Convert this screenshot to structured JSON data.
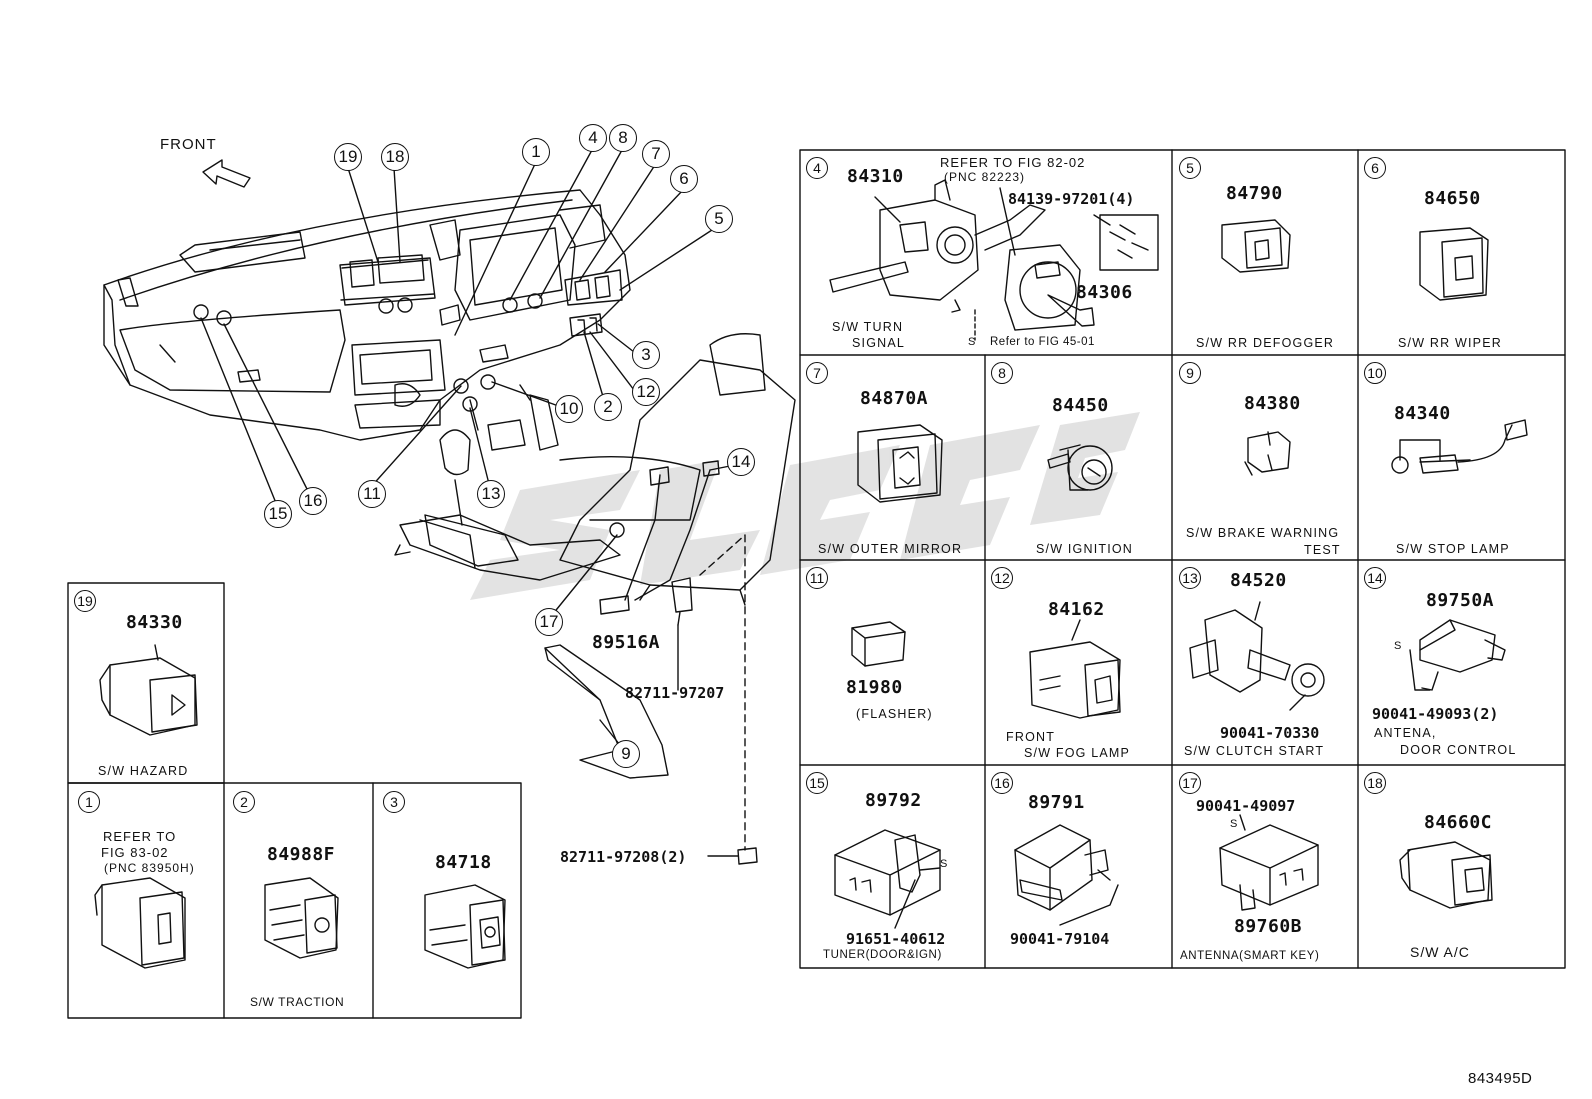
{
  "overview": {
    "front_label": "FRONT",
    "callouts": [
      "19",
      "18",
      "1",
      "4",
      "8",
      "7",
      "6",
      "5",
      "3",
      "12",
      "2",
      "10",
      "11",
      "13",
      "15",
      "16",
      "14",
      "17",
      "9"
    ],
    "part_89516A": "89516A",
    "part_82711_97207": "82711-97207",
    "part_82711_97208": "82711-97208(2)"
  },
  "panels": {
    "p4": {
      "index": "4",
      "part": "84310",
      "ref_top": "REFER TO FIG 82-02",
      "ref_pnc": "(PNC 82223)",
      "screw": "84139-97201(4)",
      "part2": "84306",
      "cap1": "S/W TURN",
      "cap2": "SIGNAL",
      "ref_bottom": "Refer to FIG 45-01"
    },
    "p5": {
      "index": "5",
      "part": "84790",
      "caption": "S/W RR DEFOGGER"
    },
    "p6": {
      "index": "6",
      "part": "84650",
      "caption": "S/W RR WIPER"
    },
    "p7": {
      "index": "7",
      "part": "84870A",
      "caption": "S/W OUTER MIRROR"
    },
    "p8": {
      "index": "8",
      "part": "84450",
      "caption": "S/W IGNITION"
    },
    "p9": {
      "index": "9",
      "part": "84380",
      "cap1": "S/W BRAKE WARNING",
      "cap2": "TEST"
    },
    "p10": {
      "index": "10",
      "part": "84340",
      "caption": "S/W STOP LAMP"
    },
    "p11": {
      "index": "11",
      "part": "81980",
      "caption": "(FLASHER)"
    },
    "p12": {
      "index": "12",
      "part": "84162",
      "cap1": "FRONT",
      "cap2": "S/W FOG LAMP"
    },
    "p13": {
      "index": "13",
      "part": "84520",
      "part2": "90041-70330",
      "caption": "S/W CLUTCH START"
    },
    "p14": {
      "index": "14",
      "part": "89750A",
      "part2": "90041-49093(2)",
      "cap1": "ANTENA,",
      "cap2": "DOOR CONTROL"
    },
    "p15": {
      "index": "15",
      "part": "89792",
      "part2": "91651-40612",
      "caption": "TUNER(DOOR&IGN)"
    },
    "p16": {
      "index": "16",
      "part": "89791",
      "part2": "90041-79104"
    },
    "p17": {
      "index": "17",
      "part": "90041-49097",
      "part2": "89760B",
      "caption": "ANTENNA(SMART KEY)"
    },
    "p18": {
      "index": "18",
      "part": "84660C",
      "caption": "S/W A/C"
    },
    "p19": {
      "index": "19",
      "part": "84330",
      "caption": "S/W HAZARD"
    },
    "p1": {
      "index": "1",
      "ref1": "REFER TO",
      "ref2": "FIG 83-02",
      "ref3": "(PNC 83950H)"
    },
    "p2": {
      "index": "2",
      "part": "84988F",
      "caption": "S/W TRACTION"
    },
    "p3": {
      "index": "3",
      "part": "84718"
    }
  },
  "figure_code": "843495D",
  "screw_symbol": "S",
  "colors": {
    "line": "#111111",
    "background": "#ffffff",
    "watermark": "#d6d6d6"
  }
}
